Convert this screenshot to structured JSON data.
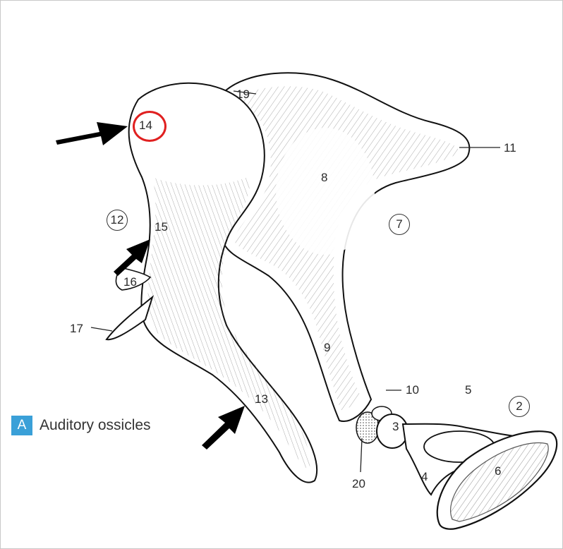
{
  "caption": {
    "badge": "A",
    "text": "Auditory ossicles"
  },
  "labels": {
    "l3": "3",
    "l4": "4",
    "l5": "5",
    "l6": "6",
    "l8": "8",
    "l9": "9",
    "l10": "10",
    "l11": "11",
    "l13": "13",
    "l14": "14",
    "l15": "15",
    "l16": "16",
    "l17": "17",
    "l19": "19",
    "l20": "20"
  },
  "circled_labels": {
    "c2": "2",
    "c7": "7",
    "c12": "12"
  },
  "highlight": {
    "label": "14",
    "color": "#e02020"
  }
}
